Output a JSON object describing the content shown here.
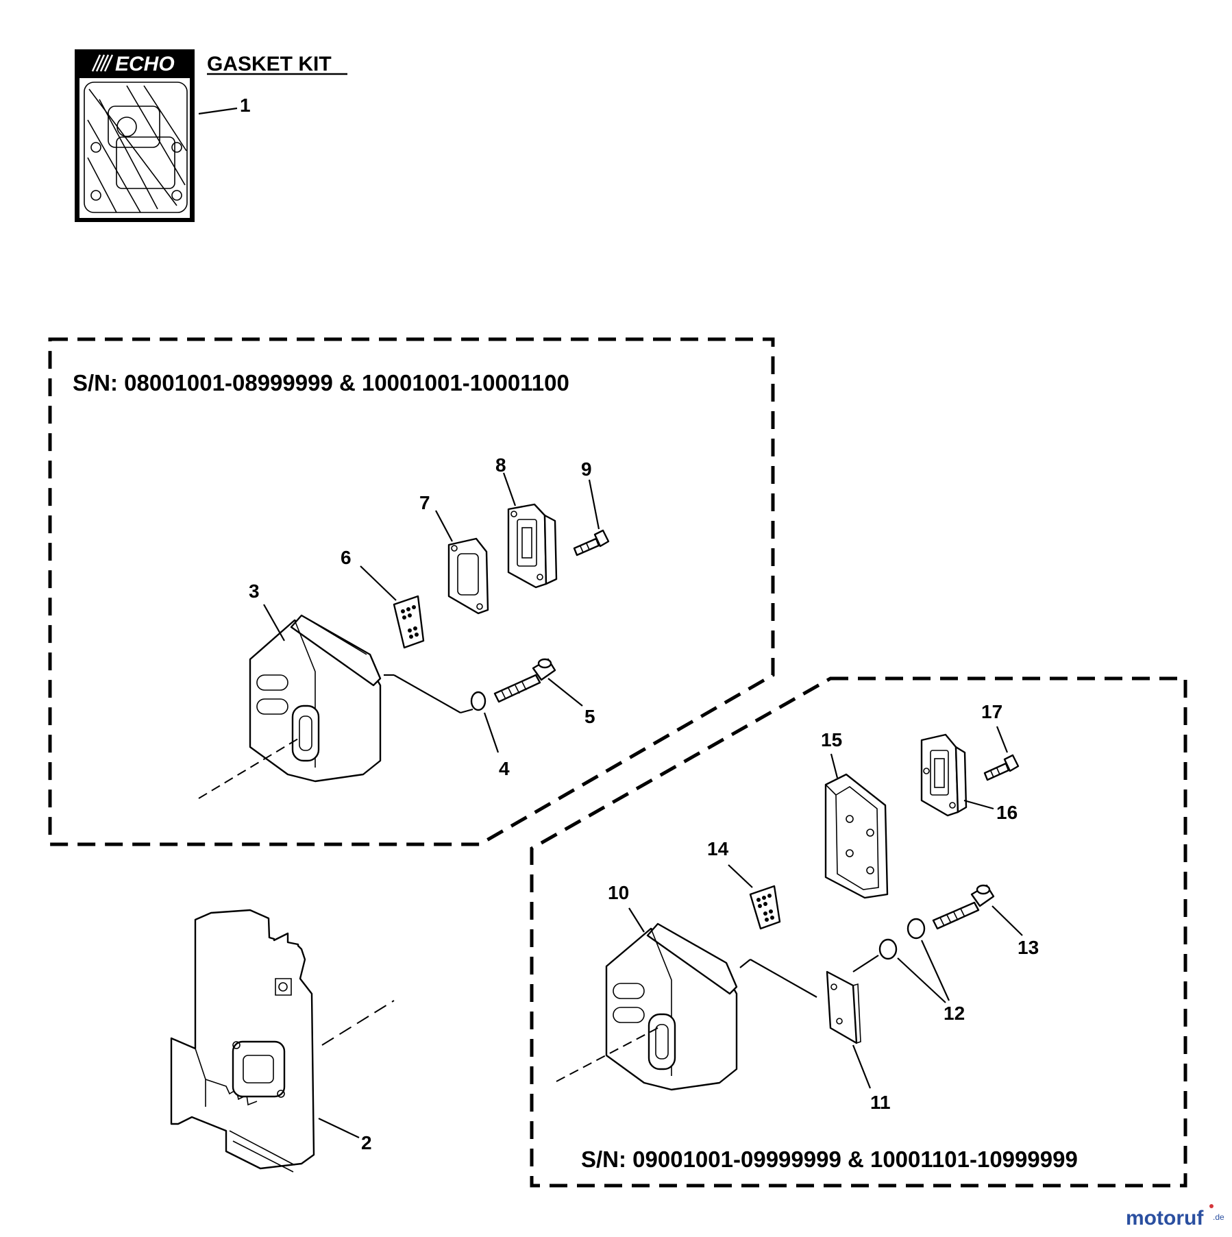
{
  "logo": {
    "brand": "ECHO",
    "color": "#000000"
  },
  "kit": {
    "title": "GASKET KIT",
    "callout": "1"
  },
  "group_a": {
    "serial": "S/N: 08001001-08999999 & 10001001-10001100"
  },
  "group_b": {
    "serial": "S/N: 09001001-09999999 & 10001101-10999999"
  },
  "callouts": {
    "n2": "2",
    "n3": "3",
    "n4": "4",
    "n5": "5",
    "n6": "6",
    "n7": "7",
    "n8": "8",
    "n9": "9",
    "n10": "10",
    "n11": "11",
    "n12": "12",
    "n13": "13",
    "n14": "14",
    "n15": "15",
    "n16": "16",
    "n17": "17"
  },
  "watermark": {
    "text": "motoruf",
    "suffix": ".de",
    "color": "#2a4fa0",
    "accent": "#d4363b"
  }
}
